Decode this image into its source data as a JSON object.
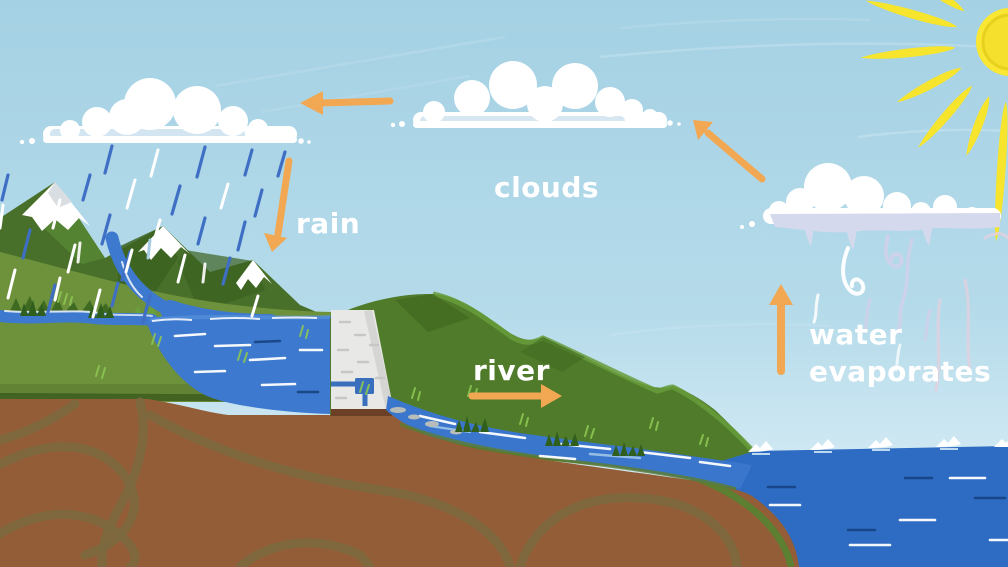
{
  "labels": {
    "clouds": "clouds",
    "rain": "rain",
    "river": "river",
    "evaporation_line1": "water",
    "evaporation_line2": "evaporates"
  },
  "palette": {
    "arrow_orange": "#f2a852",
    "sky_top": "#a4d1e4",
    "sky_horizon": "#d8eef7",
    "cloud_white": "#ffffff",
    "cloud_shade_blue": "#d6e7f2",
    "cloud_shade_lavender": "#d5d9ee",
    "rain_blue": "#3f6fc4",
    "sun_yellow": "#f9e733",
    "mountain_green": "#48702a",
    "hill_green": "#4f7b2a",
    "meadow_green": "#6e913c",
    "water_blue": "#3d79ce",
    "ocean_blue": "#2e6cc3",
    "soil_brown": "#935e37",
    "soil_contour": "#7b6a40",
    "dam_gray": "#e8e8e6",
    "pipe_blue": "#3a6fbe"
  }
}
